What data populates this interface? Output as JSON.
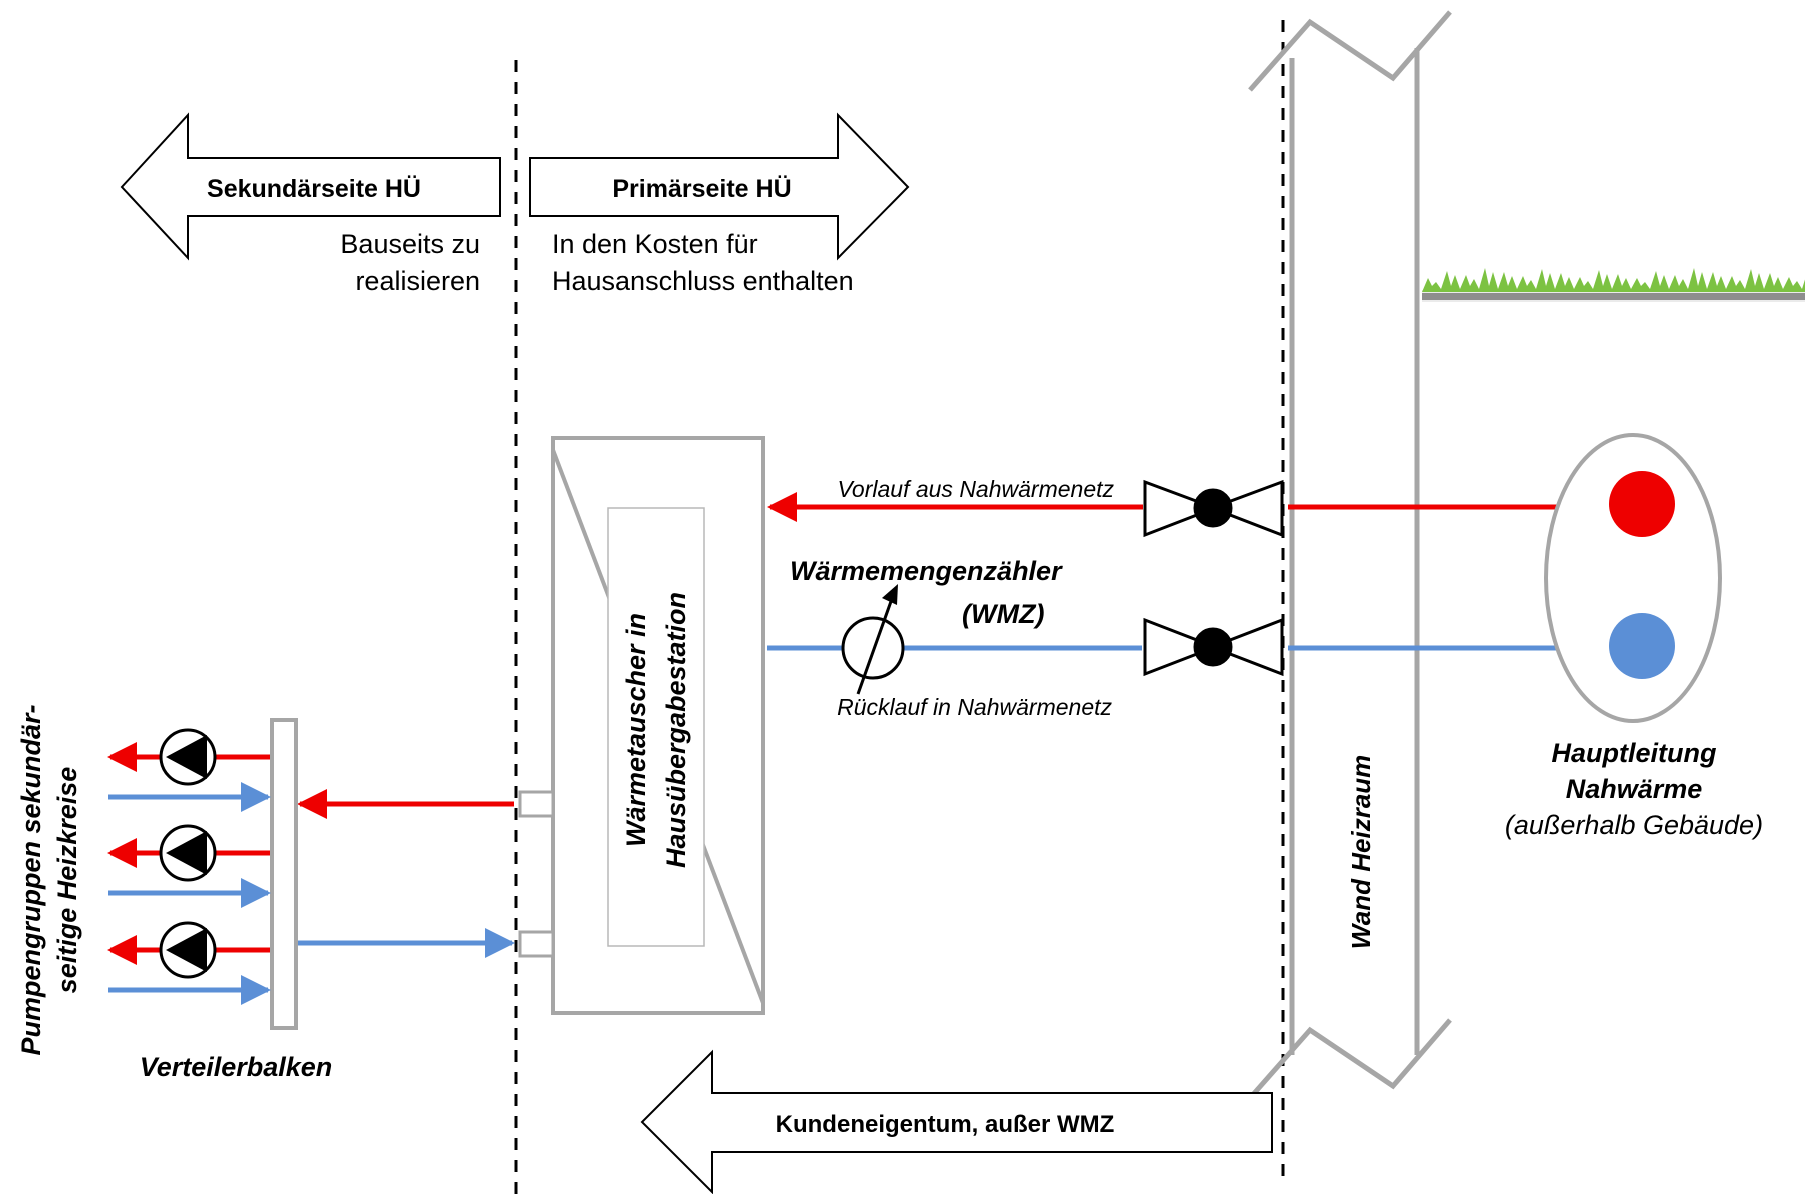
{
  "colors": {
    "supply": "#ee0000",
    "return": "#5b8fd6",
    "outline_gray": "#a6a6a6",
    "grass": "#7cc242"
  },
  "arrows": {
    "secondary_title": "Sekundärseite HÜ",
    "secondary_note_line1": "Bauseits zu",
    "secondary_note_line2": "realisieren",
    "primary_title": "Primärseite HÜ",
    "primary_note_line1": "In den Kosten für",
    "primary_note_line2": "Hausanschluss enthalten",
    "ownership": "Kundeneigentum, außer WMZ"
  },
  "labels": {
    "supply_line": "Vorlauf aus Nahwärmenetz",
    "return_line": "Rücklauf in Nahwärmenetz",
    "meter_line1": "Wärmemengenzähler",
    "meter_line2": "(WMZ)",
    "heat_exchanger_line1": "Wärmetauscher  in",
    "heat_exchanger_line2": "Hausübergabestation",
    "wall": "Wand Heizraum",
    "main_line1": "Hauptleitung",
    "main_line2": "Nahwärme",
    "main_line3": "(außerhalb Gebäude)",
    "manifold": "Verteilerbalken",
    "pumps_line1": "Pumpengruppen sekundär-",
    "pumps_line2": "seitige Heizkreise"
  },
  "icons": [
    "valve-icon",
    "pump-icon",
    "heat-meter-icon",
    "grass-icon",
    "pipe-supply-icon",
    "pipe-return-icon"
  ]
}
